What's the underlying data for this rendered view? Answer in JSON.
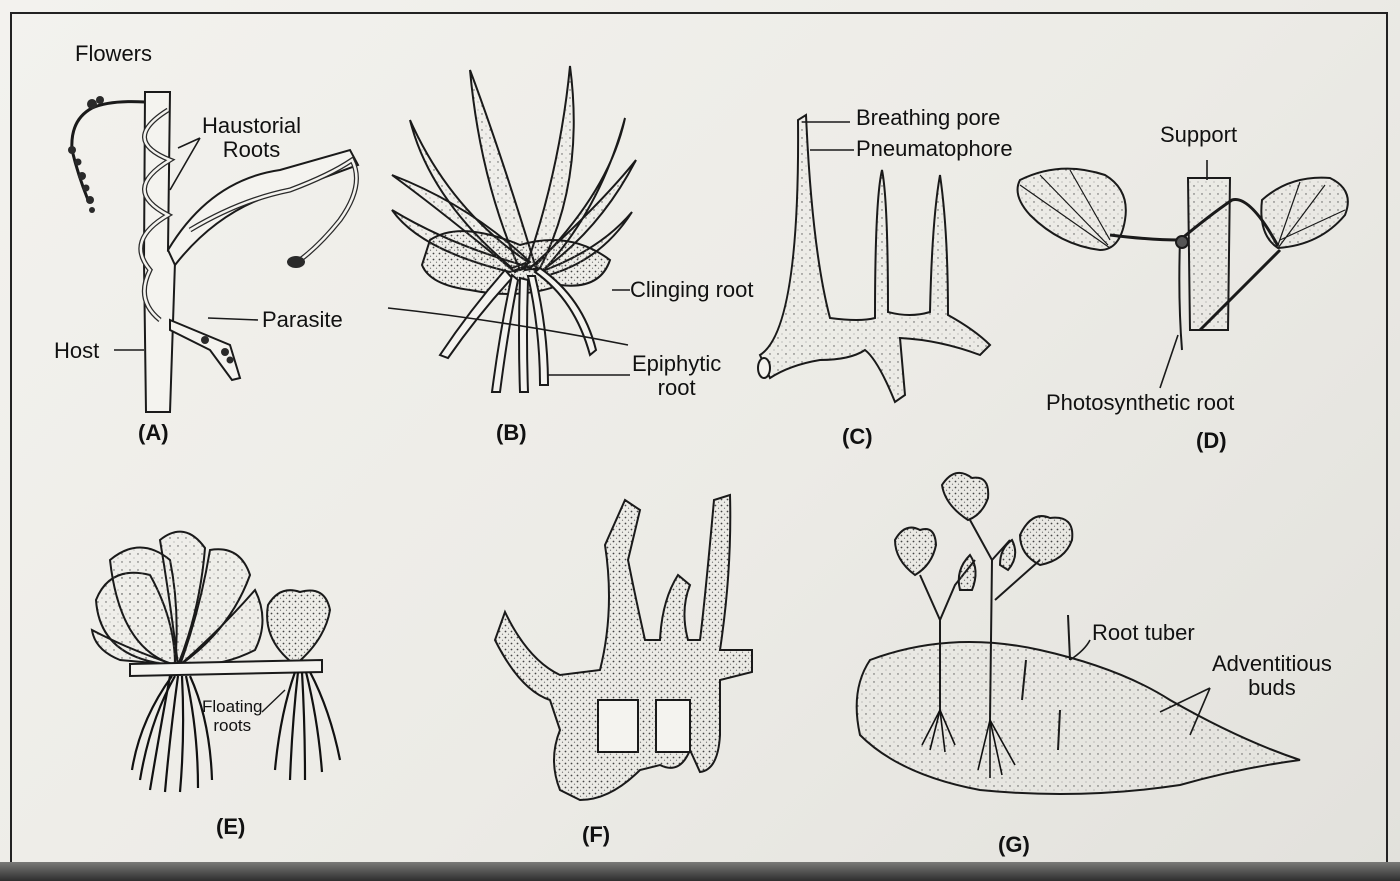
{
  "panels": {
    "a": {
      "caption": "(A)",
      "labels": {
        "flowers": "Flowers",
        "haustorial": "Haustorial\nRoots",
        "parasite": "Parasite",
        "host": "Host"
      }
    },
    "b": {
      "caption": "(B)",
      "labels": {
        "clinging": "Clinging root",
        "epiphytic": "Epiphytic\nroot"
      }
    },
    "c": {
      "caption": "(C)",
      "labels": {
        "breathing": "Breathing pore",
        "pneumatophore": "Pneumatophore"
      }
    },
    "d": {
      "caption": "(D)",
      "labels": {
        "support": "Support",
        "photosynthetic": "Photosynthetic root"
      }
    },
    "e": {
      "caption": "(E)",
      "labels": {
        "floating": "Floating\nroots"
      }
    },
    "f": {
      "caption": "(F)"
    },
    "g": {
      "caption": "(G)",
      "labels": {
        "tuber": "Root tuber",
        "adventitious": "Adventitious\nbuds"
      }
    }
  }
}
